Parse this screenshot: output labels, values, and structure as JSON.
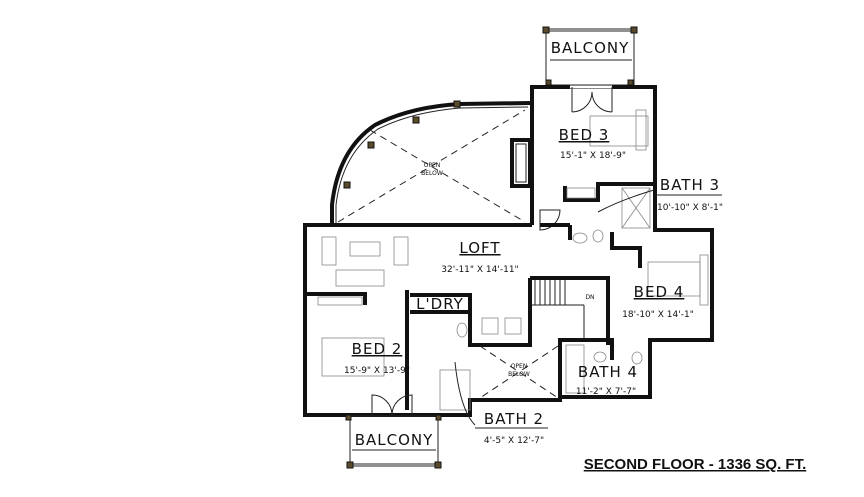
{
  "plan": {
    "title": "SECOND FLOOR - 1336 SQ. FT.",
    "rooms": {
      "balcony_top": {
        "name": "BALCONY"
      },
      "bed3": {
        "name": "BED 3",
        "dims": "15'-1\" X 18'-9\""
      },
      "bath3": {
        "name": "BATH 3",
        "dims": "10'-10\" X 8'-1\""
      },
      "open_below_1": {
        "line1": "OPEN",
        "line2": "BELOW"
      },
      "loft": {
        "name": "LOFT",
        "dims": "32'-11\" X 14'-11\""
      },
      "laundry": {
        "name": "L'DRY"
      },
      "bed4": {
        "name": "BED 4",
        "dims": "18'-10\" X 14'-1\""
      },
      "bed2": {
        "name": "BED 2",
        "dims": "15'-9\" X 13'-9\""
      },
      "open_below_2": {
        "line1": "OPEN",
        "line2": "BELOW"
      },
      "bath4": {
        "name": "BATH 4",
        "dims": "11'-2\" X 7'-7\""
      },
      "bath2": {
        "name": "BATH 2",
        "dims": "4'-5\" X 12'-7\""
      },
      "balcony_bottom": {
        "name": "BALCONY"
      },
      "stair_note": "DN"
    }
  }
}
